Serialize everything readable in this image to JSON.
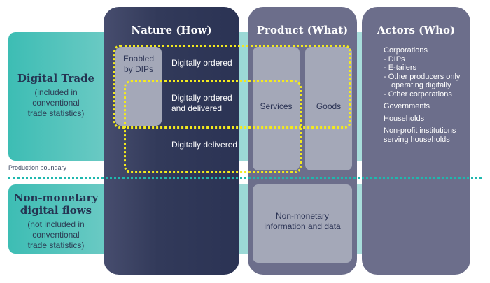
{
  "rows": {
    "digital_trade": {
      "title": "Digital Trade",
      "subtitle_lines": [
        "(included in",
        "conventional",
        "trade statistics)"
      ]
    },
    "non_monetary": {
      "title_lines": [
        "Non-monetary",
        "digital flows"
      ],
      "subtitle_lines": [
        "(not included in",
        "conventional",
        "trade statistics)"
      ]
    }
  },
  "production_boundary": "Production boundary",
  "columns": {
    "nature": {
      "title": "Nature (How)",
      "enabled_by_dips": [
        "Enabled",
        "by DIPs"
      ],
      "digitally_ordered": "Digitally ordered",
      "digitally_ordered_delivered": [
        "Digitally ordered",
        "and delivered"
      ],
      "digitally_delivered": "Digitally delivered"
    },
    "product": {
      "title": "Product (What)",
      "services": "Services",
      "goods": "Goods",
      "non_monetary": [
        "Non-monetary",
        "information and data"
      ]
    },
    "actors": {
      "title": "Actors (Who)",
      "corporations": "Corporations",
      "corporation_subtypes": [
        "- DIPs",
        "- E-tailers",
        "- Other producers only operating digitally",
        "- Other corporations"
      ],
      "governments": "Governments",
      "households": "Households",
      "npish": [
        "Non-profit institutions",
        "serving households"
      ]
    }
  },
  "colors": {
    "teal_band": "#7dcfca",
    "nature_column": "#2b3354",
    "product_actor_column": "#6c6e8b",
    "inner_box": "#a4a8b8",
    "highlight_dots": "#f4ea1e",
    "boundary_dots": "#1fb8ae"
  }
}
